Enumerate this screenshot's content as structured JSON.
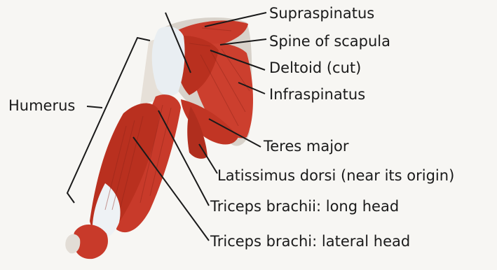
{
  "labels": {
    "humerus": "Humerus",
    "supraspinatus": "Supraspinatus",
    "spine_of_scapula": "Spine of scapula",
    "deltoid_cut": "Deltoid (cut)",
    "infraspinatus": "Infraspinatus",
    "teres_major": "Teres major",
    "latissimus_dorsi": "Latissimus dorsi (near its origin)",
    "triceps_long_head": "Triceps brachii: long head",
    "triceps_lateral_head": "Triceps brachi: lateral head"
  },
  "colors": {
    "background": "#f7f6f3",
    "muscle": "#c83a2a",
    "muscle_dark": "#8e2418",
    "muscle_light": "#e0604a",
    "tendon": "#e9eef2",
    "bone": "#cfc8c0",
    "ink": "#1a1a1a"
  }
}
